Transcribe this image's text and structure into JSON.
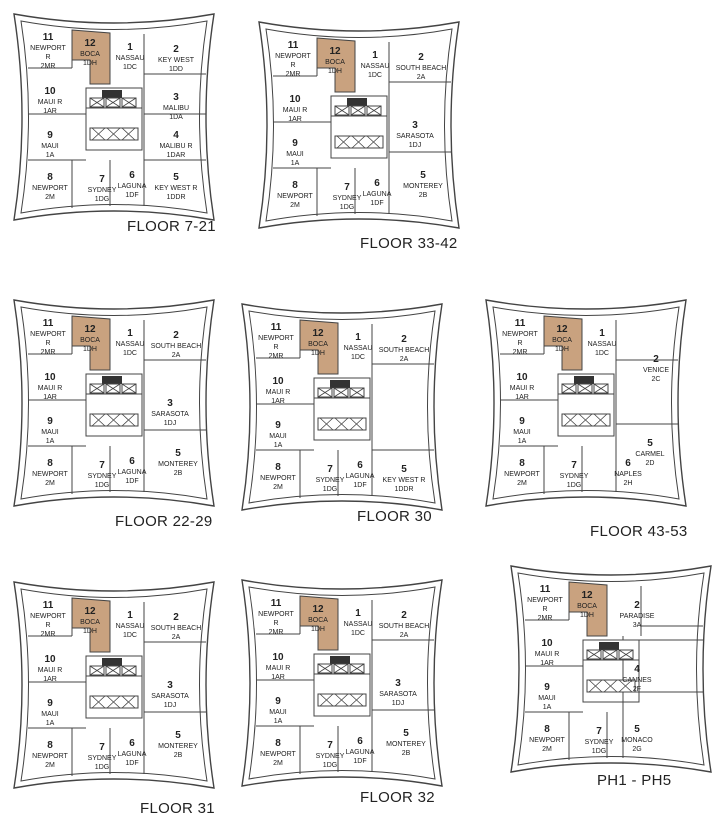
{
  "colors": {
    "boca": "#c9a27f",
    "line": "#444444",
    "core": "#333333"
  },
  "floors": [
    {
      "label": "FLOOR 7-21",
      "units": [
        {
          "num": "11",
          "lines": [
            "NEWPORT",
            "R",
            "2MR"
          ]
        },
        {
          "num": "12",
          "lines": [
            "BOCA",
            "1DH"
          ],
          "highlight": true
        },
        {
          "num": "1",
          "lines": [
            "NASSAU",
            "1DC"
          ]
        },
        {
          "num": "2",
          "lines": [
            "KEY WEST",
            "1DD"
          ]
        },
        {
          "num": "10",
          "lines": [
            "MAUI R",
            "1AR"
          ]
        },
        {
          "num": "3",
          "lines": [
            "MALIBU",
            "1DA"
          ]
        },
        {
          "num": "9",
          "lines": [
            "MAUI",
            "1A"
          ]
        },
        {
          "num": "4",
          "lines": [
            "MALIBU R",
            "1DAR"
          ]
        },
        {
          "num": "8",
          "lines": [
            "NEWPORT",
            "2M"
          ]
        },
        {
          "num": "7",
          "lines": [
            "SYDNEY",
            "1DG"
          ]
        },
        {
          "num": "6",
          "lines": [
            "LAGUNA",
            "1DF"
          ]
        },
        {
          "num": "5",
          "lines": [
            "KEY WEST R",
            "1DDR"
          ]
        }
      ]
    },
    {
      "label": "FLOOR 33-42",
      "units": [
        {
          "num": "11",
          "lines": [
            "NEWPORT",
            "R",
            "2MR"
          ]
        },
        {
          "num": "12",
          "lines": [
            "BOCA",
            "1DH"
          ],
          "highlight": true
        },
        {
          "num": "1",
          "lines": [
            "NASSAU",
            "1DC"
          ]
        },
        {
          "num": "2",
          "lines": [
            "SOUTH BEACH",
            "2A"
          ]
        },
        {
          "num": "10",
          "lines": [
            "MAUI R",
            "1AR"
          ]
        },
        {
          "num": "3",
          "lines": [
            "SARASOTA",
            "1DJ"
          ]
        },
        {
          "num": "9",
          "lines": [
            "MAUI",
            "1A"
          ]
        },
        {
          "num": "8",
          "lines": [
            "NEWPORT",
            "2M"
          ]
        },
        {
          "num": "7",
          "lines": [
            "SYDNEY",
            "1DG"
          ]
        },
        {
          "num": "6",
          "lines": [
            "LAGUNA",
            "1DF"
          ]
        },
        {
          "num": "5",
          "lines": [
            "MONTEREY",
            "2B"
          ]
        }
      ]
    },
    {
      "label": "FLOOR 22-29",
      "units": [
        {
          "num": "11",
          "lines": [
            "NEWPORT",
            "R",
            "2MR"
          ]
        },
        {
          "num": "12",
          "lines": [
            "BOCA",
            "1DH"
          ],
          "highlight": true
        },
        {
          "num": "1",
          "lines": [
            "NASSAU",
            "1DC"
          ]
        },
        {
          "num": "2",
          "lines": [
            "SOUTH BEACH",
            "2A"
          ]
        },
        {
          "num": "10",
          "lines": [
            "MAUI R",
            "1AR"
          ]
        },
        {
          "num": "3",
          "lines": [
            "SARASOTA",
            "1DJ"
          ]
        },
        {
          "num": "9",
          "lines": [
            "MAUI",
            "1A"
          ]
        },
        {
          "num": "8",
          "lines": [
            "NEWPORT",
            "2M"
          ]
        },
        {
          "num": "7",
          "lines": [
            "SYDNEY",
            "1DG"
          ]
        },
        {
          "num": "6",
          "lines": [
            "LAGUNA",
            "1DF"
          ]
        },
        {
          "num": "5",
          "lines": [
            "MONTEREY",
            "2B"
          ]
        }
      ]
    },
    {
      "label": "FLOOR 30",
      "units": [
        {
          "num": "11",
          "lines": [
            "NEWPORT",
            "R",
            "2MR"
          ]
        },
        {
          "num": "12",
          "lines": [
            "BOCA",
            "1DH"
          ],
          "highlight": true
        },
        {
          "num": "1",
          "lines": [
            "NASSAU",
            "1DC"
          ]
        },
        {
          "num": "2",
          "lines": [
            "SOUTH BEACH",
            "2A"
          ]
        },
        {
          "num": "10",
          "lines": [
            "MAUI R",
            "1AR"
          ]
        },
        {
          "num": "9",
          "lines": [
            "MAUI",
            "1A"
          ]
        },
        {
          "num": "8",
          "lines": [
            "NEWPORT",
            "2M"
          ]
        },
        {
          "num": "7",
          "lines": [
            "SYDNEY",
            "1DG"
          ]
        },
        {
          "num": "6",
          "lines": [
            "LAGUNA",
            "1DF"
          ]
        },
        {
          "num": "5",
          "lines": [
            "KEY WEST R",
            "1DDR"
          ]
        }
      ]
    },
    {
      "label": "FLOOR 43-53",
      "units": [
        {
          "num": "11",
          "lines": [
            "NEWPORT",
            "R",
            "2MR"
          ]
        },
        {
          "num": "12",
          "lines": [
            "BOCA",
            "1DH"
          ],
          "highlight": true
        },
        {
          "num": "1",
          "lines": [
            "NASSAU",
            "1DC"
          ]
        },
        {
          "num": "2",
          "lines": [
            "VENICE",
            "2C"
          ]
        },
        {
          "num": "10",
          "lines": [
            "MAUI R",
            "1AR"
          ]
        },
        {
          "num": "9",
          "lines": [
            "MAUI",
            "1A"
          ]
        },
        {
          "num": "5",
          "lines": [
            "CARMEL",
            "2D"
          ]
        },
        {
          "num": "8",
          "lines": [
            "NEWPORT",
            "2M"
          ]
        },
        {
          "num": "7",
          "lines": [
            "SYDNEY",
            "1DG"
          ]
        },
        {
          "num": "6",
          "lines": [
            "NAPLES",
            "2H"
          ]
        }
      ]
    },
    {
      "label": "FLOOR 31",
      "units": [
        {
          "num": "11",
          "lines": [
            "NEWPORT",
            "R",
            "2MR"
          ]
        },
        {
          "num": "12",
          "lines": [
            "BOCA",
            "1DH"
          ],
          "highlight": true
        },
        {
          "num": "1",
          "lines": [
            "NASSAU",
            "1DC"
          ]
        },
        {
          "num": "2",
          "lines": [
            "SOUTH BEACH",
            "2A"
          ]
        },
        {
          "num": "10",
          "lines": [
            "MAUI R",
            "1AR"
          ]
        },
        {
          "num": "3",
          "lines": [
            "SARASOTA",
            "1DJ"
          ]
        },
        {
          "num": "9",
          "lines": [
            "MAUI",
            "1A"
          ]
        },
        {
          "num": "8",
          "lines": [
            "NEWPORT",
            "2M"
          ]
        },
        {
          "num": "7",
          "lines": [
            "SYDNEY",
            "1DG"
          ]
        },
        {
          "num": "6",
          "lines": [
            "LAGUNA",
            "1DF"
          ]
        },
        {
          "num": "5",
          "lines": [
            "MONTEREY",
            "2B"
          ]
        }
      ]
    },
    {
      "label": "FLOOR 32",
      "units": [
        {
          "num": "11",
          "lines": [
            "NEWPORT",
            "R",
            "2MR"
          ]
        },
        {
          "num": "12",
          "lines": [
            "BOCA",
            "1DH"
          ],
          "highlight": true
        },
        {
          "num": "1",
          "lines": [
            "NASSAU",
            "1DC"
          ]
        },
        {
          "num": "2",
          "lines": [
            "SOUTH BEACH",
            "2A"
          ]
        },
        {
          "num": "10",
          "lines": [
            "MAUI R",
            "1AR"
          ]
        },
        {
          "num": "3",
          "lines": [
            "SARASOTA",
            "1DJ"
          ]
        },
        {
          "num": "9",
          "lines": [
            "MAUI",
            "1A"
          ]
        },
        {
          "num": "8",
          "lines": [
            "NEWPORT",
            "2M"
          ]
        },
        {
          "num": "7",
          "lines": [
            "SYDNEY",
            "1DG"
          ]
        },
        {
          "num": "6",
          "lines": [
            "LAGUNA",
            "1DF"
          ]
        },
        {
          "num": "5",
          "lines": [
            "MONTEREY",
            "2B"
          ]
        }
      ]
    },
    {
      "label": "PH1 - PH5",
      "units": [
        {
          "num": "11",
          "lines": [
            "NEWPORT",
            "R",
            "2MR"
          ]
        },
        {
          "num": "12",
          "lines": [
            "BOCA",
            "1DH"
          ],
          "highlight": true
        },
        {
          "num": "2",
          "lines": [
            "PARADISE",
            "3A"
          ]
        },
        {
          "num": "10",
          "lines": [
            "MAUI R",
            "1AR"
          ]
        },
        {
          "num": "9",
          "lines": [
            "MAUI",
            "1A"
          ]
        },
        {
          "num": "4",
          "lines": [
            "CANNES",
            "2F"
          ]
        },
        {
          "num": "5",
          "lines": [
            "MONACO",
            "2G"
          ]
        },
        {
          "num": "8",
          "lines": [
            "NEWPORT",
            "2M"
          ]
        },
        {
          "num": "7",
          "lines": [
            "SYDNEY",
            "1DG"
          ]
        }
      ]
    }
  ]
}
